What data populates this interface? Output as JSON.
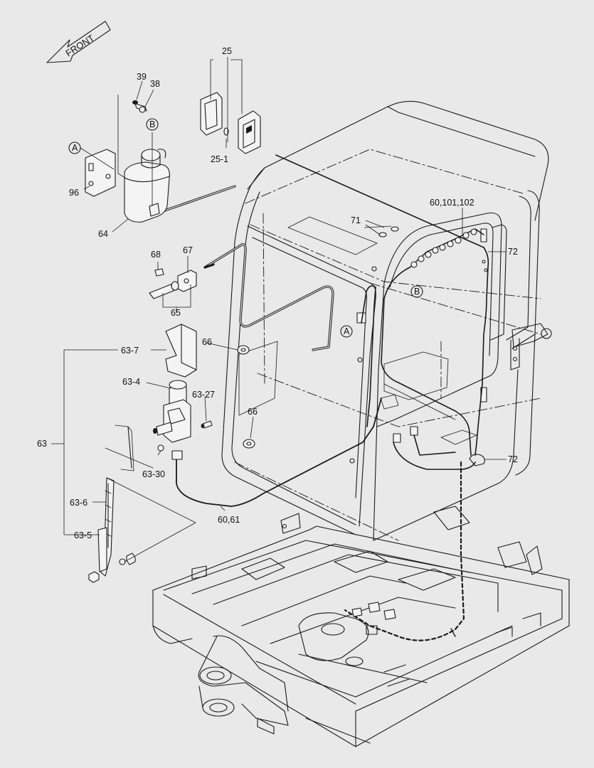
{
  "diagram": {
    "front_arrow": "FRONT",
    "labels": {
      "p25": "25",
      "p25_1": "25-1",
      "p39": "39",
      "p38": "38",
      "ref_b_top": "B",
      "ref_a_top": "A",
      "p96": "96",
      "p64": "64",
      "p68": "68",
      "p67": "67",
      "p65": "65",
      "p63_7": "63-7",
      "p66_a": "66",
      "p66_b": "66",
      "p63_4": "63-4",
      "p63_27": "63-27",
      "p63": "63",
      "p63_30": "63-30",
      "p63_6": "63-6",
      "p63_5": "63-5",
      "p60_61": "60,61",
      "p71": "71",
      "p60_101_102": "60,101,102",
      "p72_a": "72",
      "p72_b": "72",
      "ref_b_cab": "B",
      "ref_a_cab": "A"
    }
  }
}
